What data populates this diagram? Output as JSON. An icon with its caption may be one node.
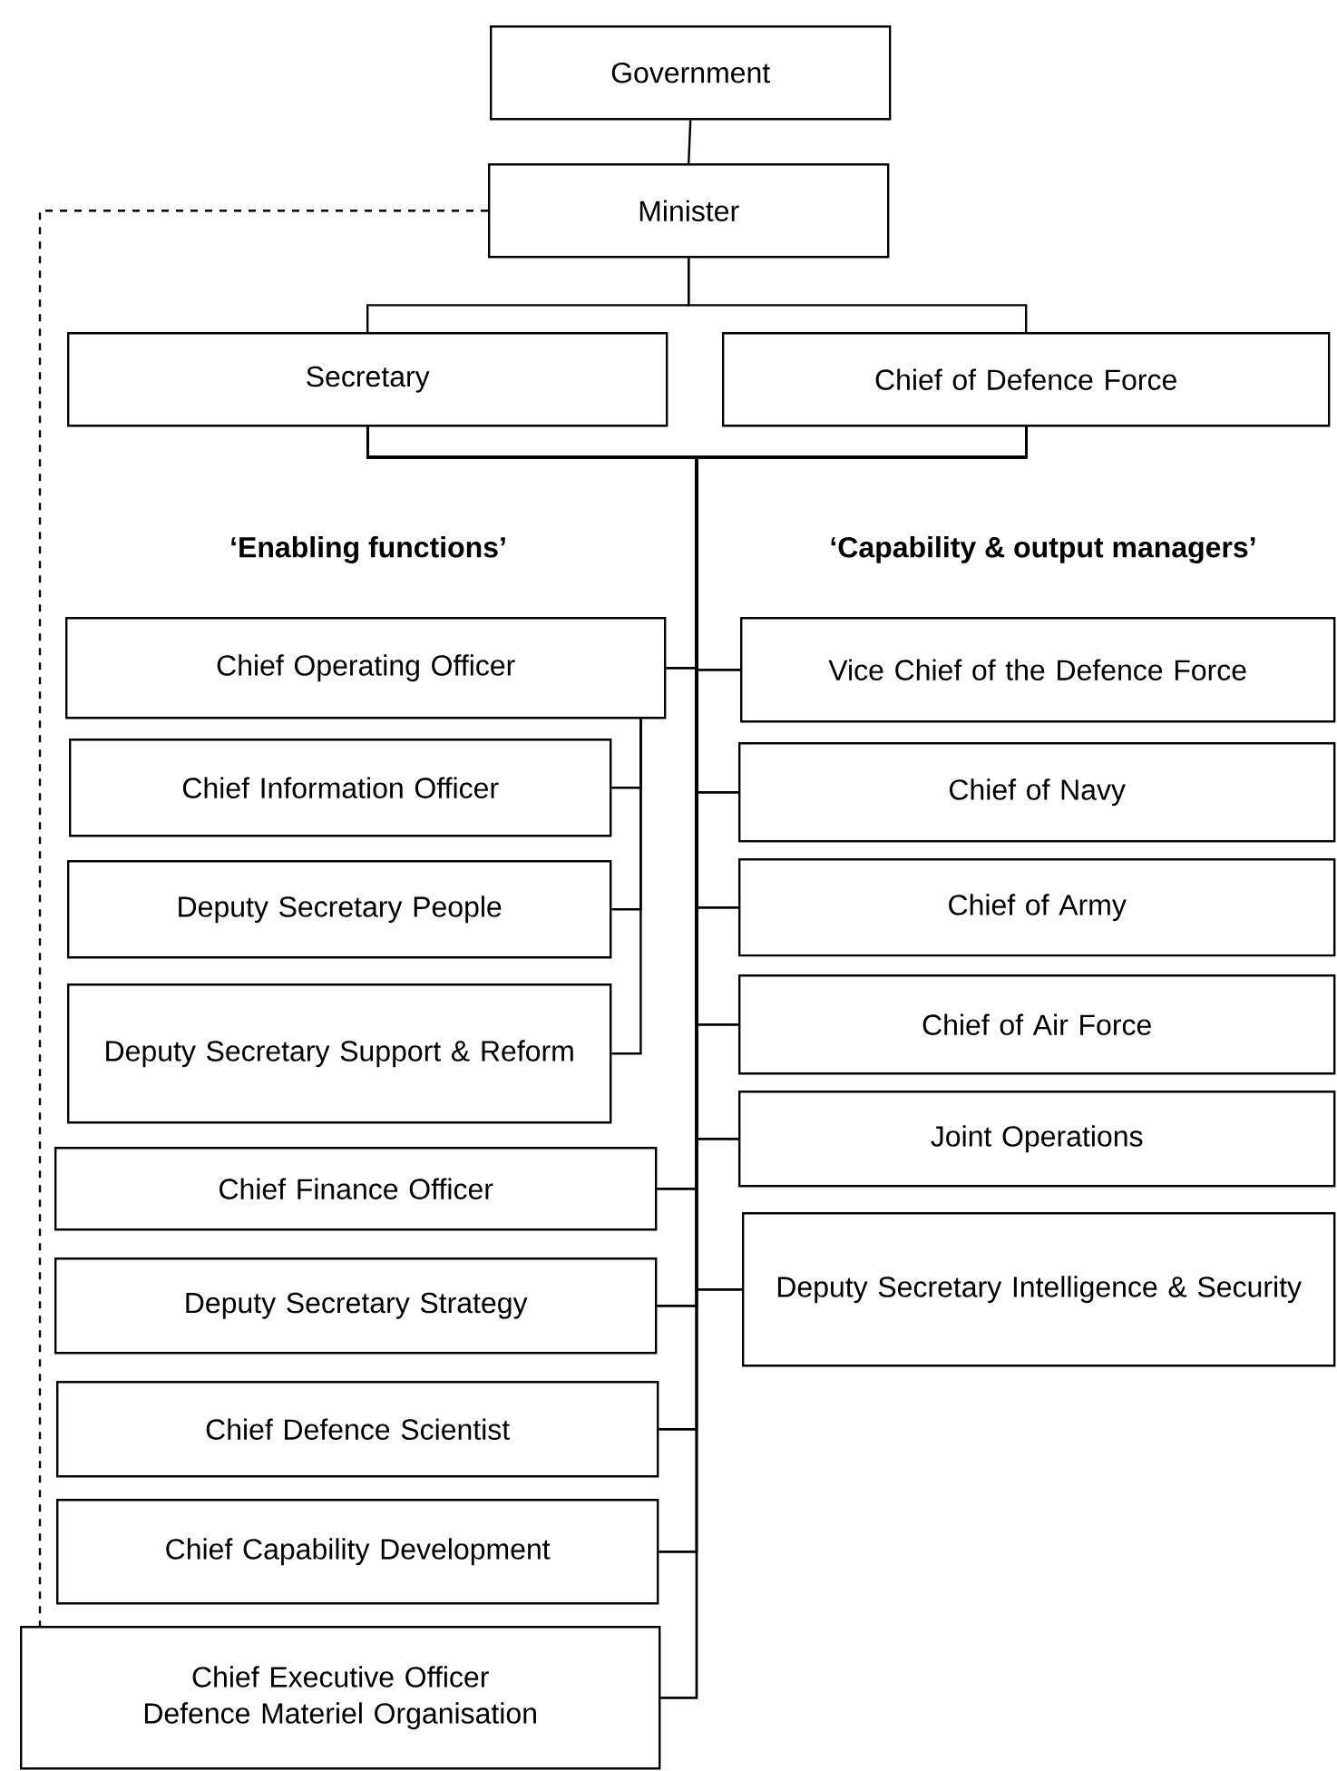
{
  "diagram": {
    "nodes": [
      {
        "text": [
          "Government"
        ]
      },
      {
        "text": [
          "Minister"
        ]
      },
      {
        "text": [
          "Secretary"
        ]
      },
      {
        "text": [
          "Chief of Defence Force"
        ]
      },
      {
        "text": [
          "Chief Operating Officer"
        ]
      },
      {
        "text": [
          "Chief Information Officer"
        ]
      },
      {
        "text": [
          "Deputy Secretary People"
        ]
      },
      {
        "text": [
          "Deputy Secretary Support & Reform"
        ]
      },
      {
        "text": [
          "Chief Finance Officer"
        ]
      },
      {
        "text": [
          "Deputy Secretary Strategy"
        ]
      },
      {
        "text": [
          "Chief Defence Scientist"
        ]
      },
      {
        "text": [
          "Chief Capability Development"
        ]
      },
      {
        "text": [
          "Chief Executive Officer Defence Materiel Organisation"
        ]
      },
      {
        "text": [
          "Vice Chief of the Defence Force"
        ]
      },
      {
        "text": [
          "Chief of Navy"
        ]
      },
      {
        "text": [
          "Chief of Army"
        ]
      },
      {
        "text": [
          "Chief of Air Force"
        ]
      },
      {
        "text": [
          "Joint Operations"
        ]
      },
      {
        "text": [
          "Deputy Secretary Intelligence & Security"
        ]
      }
    ],
    "edges": [
      {
        "from": 0,
        "to": 1,
        "arrow": "none"
      },
      {
        "from": 1,
        "to": 2,
        "arrow": "none"
      },
      {
        "from": 1,
        "to": 3,
        "arrow": "none"
      },
      {
        "from": 1,
        "to": 12,
        "arrow": "none",
        "style": "dashed"
      },
      {
        "from": 2,
        "to": 4,
        "arrow": "none"
      },
      {
        "from": 2,
        "to": 8,
        "arrow": "none"
      },
      {
        "from": 2,
        "to": 9,
        "arrow": "none"
      },
      {
        "from": 2,
        "to": 10,
        "arrow": "none"
      },
      {
        "from": 2,
        "to": 11,
        "arrow": "none"
      },
      {
        "from": 2,
        "to": 12,
        "arrow": "none"
      },
      {
        "from": 2,
        "to": 13,
        "arrow": "none"
      },
      {
        "from": 2,
        "to": 14,
        "arrow": "none"
      },
      {
        "from": 2,
        "to": 15,
        "arrow": "none"
      },
      {
        "from": 2,
        "to": 16,
        "arrow": "none"
      },
      {
        "from": 2,
        "to": 17,
        "arrow": "none"
      },
      {
        "from": 2,
        "to": 18,
        "arrow": "none"
      },
      {
        "from": 3,
        "to": 4,
        "arrow": "none"
      },
      {
        "from": 3,
        "to": 8,
        "arrow": "none"
      },
      {
        "from": 3,
        "to": 9,
        "arrow": "none"
      },
      {
        "from": 3,
        "to": 10,
        "arrow": "none"
      },
      {
        "from": 3,
        "to": 11,
        "arrow": "none"
      },
      {
        "from": 3,
        "to": 12,
        "arrow": "none"
      },
      {
        "from": 3,
        "to": 13,
        "arrow": "none"
      },
      {
        "from": 3,
        "to": 14,
        "arrow": "none"
      },
      {
        "from": 3,
        "to": 15,
        "arrow": "none"
      },
      {
        "from": 3,
        "to": 16,
        "arrow": "none"
      },
      {
        "from": 3,
        "to": 17,
        "arrow": "none"
      },
      {
        "from": 3,
        "to": 18,
        "arrow": "none"
      },
      {
        "from": 4,
        "to": 5,
        "arrow": "none"
      },
      {
        "from": 4,
        "to": 6,
        "arrow": "none"
      },
      {
        "from": 4,
        "to": 7,
        "arrow": "none"
      }
    ],
    "labels": [
      "‘Enabling functions’",
      "‘Capability & output managers’"
    ]
  }
}
